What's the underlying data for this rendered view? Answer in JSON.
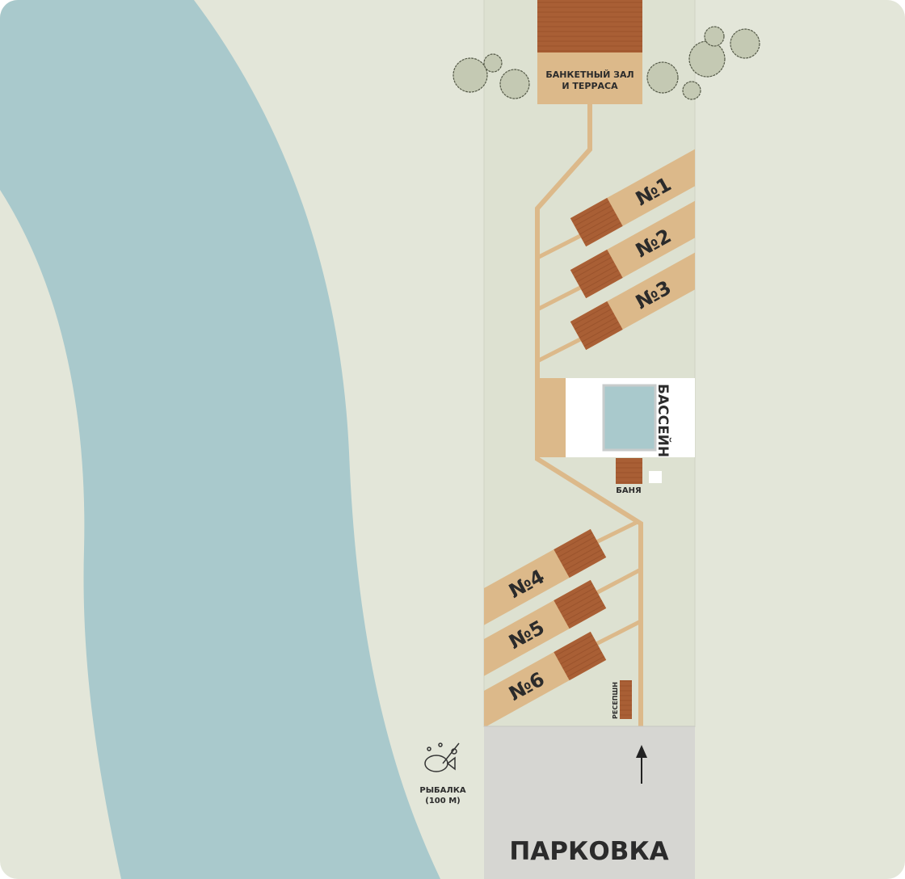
{
  "title": "Site map",
  "banquet": {
    "label_line1": "БАНКЕТНЫЙ ЗАЛ",
    "label_line2": "И ТЕРРАСА"
  },
  "cottages": [
    {
      "label": "№1"
    },
    {
      "label": "№2"
    },
    {
      "label": "№3"
    },
    {
      "label": "№4"
    },
    {
      "label": "№5"
    },
    {
      "label": "№6"
    }
  ],
  "pool": {
    "label": "БАССЕЙН"
  },
  "sauna": {
    "label": "БАНЯ"
  },
  "reception": {
    "label": "РЕСЕПШН"
  },
  "fishing": {
    "label_line1": "РЫБАЛКА",
    "label_line2": "(100 М)",
    "icon": "fishing-icon"
  },
  "parking": {
    "label": "ПАРКОВКА",
    "icon": "arrow-up-icon"
  },
  "colors": {
    "ground": "#e3e6d9",
    "strip": "#dde1d1",
    "river": "#a9c9cc",
    "path": "#dcb98a",
    "wood": "#a95f35",
    "parking": "#d6d6d2"
  }
}
